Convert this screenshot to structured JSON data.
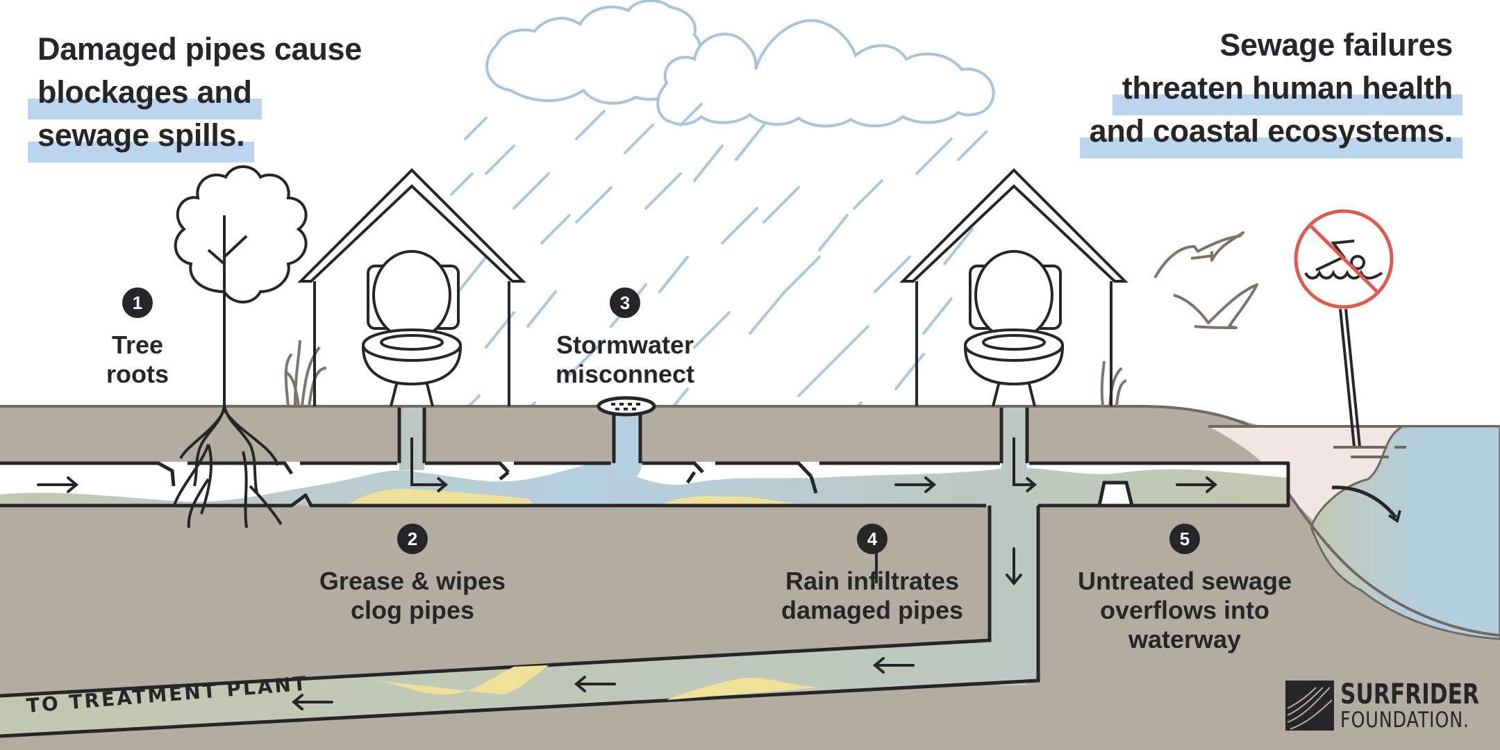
{
  "headline_left": {
    "lines": [
      "Damaged pipes cause",
      "blockages and",
      "sewage spills."
    ],
    "highlighted_lines": [
      1,
      2
    ]
  },
  "headline_right": {
    "lines": [
      "Sewage failures",
      "threaten human health",
      "and coastal ecosystems."
    ],
    "highlighted_lines": [
      1,
      2
    ]
  },
  "steps": [
    {
      "number": "1",
      "lines": [
        "Tree",
        "roots"
      ]
    },
    {
      "number": "2",
      "lines": [
        "Grease & wipes",
        "clog pipes"
      ]
    },
    {
      "number": "3",
      "lines": [
        "Stormwater",
        "misconnect"
      ]
    },
    {
      "number": "4",
      "lines": [
        "Rain infiltrates",
        "damaged pipes"
      ]
    },
    {
      "number": "5",
      "lines": [
        "Untreated sewage",
        "overflows into",
        "waterway"
      ]
    }
  ],
  "pipe_label": "TO TREATMENT PLANT",
  "logo": {
    "name": "SURFRIDER",
    "subtitle": "FOUNDATION."
  },
  "icons": [
    "tree-icon",
    "house-icon",
    "toilet-icon",
    "storm-drain-icon",
    "cloud-icon",
    "rain-icon",
    "seagull-icon",
    "no-swimming-sign-icon",
    "grass-icon",
    "flow-arrow-icon",
    "surfrider-wave-logo-icon"
  ],
  "colors": {
    "ink": "#262527",
    "ground": "#b2aca1",
    "ground_edge": "#6f695f",
    "sewage": "#c3c8b0",
    "grease": "#f0e199",
    "stormwater": "#b4cfe0",
    "rain": "#a8c8e2",
    "cloud": "#a6c4de",
    "highlight": "#bcd5ee",
    "sand": "#f1e6e4",
    "ocean": "#b3cedf",
    "sign_red": "#e0584e",
    "grass": "#7b746a"
  }
}
